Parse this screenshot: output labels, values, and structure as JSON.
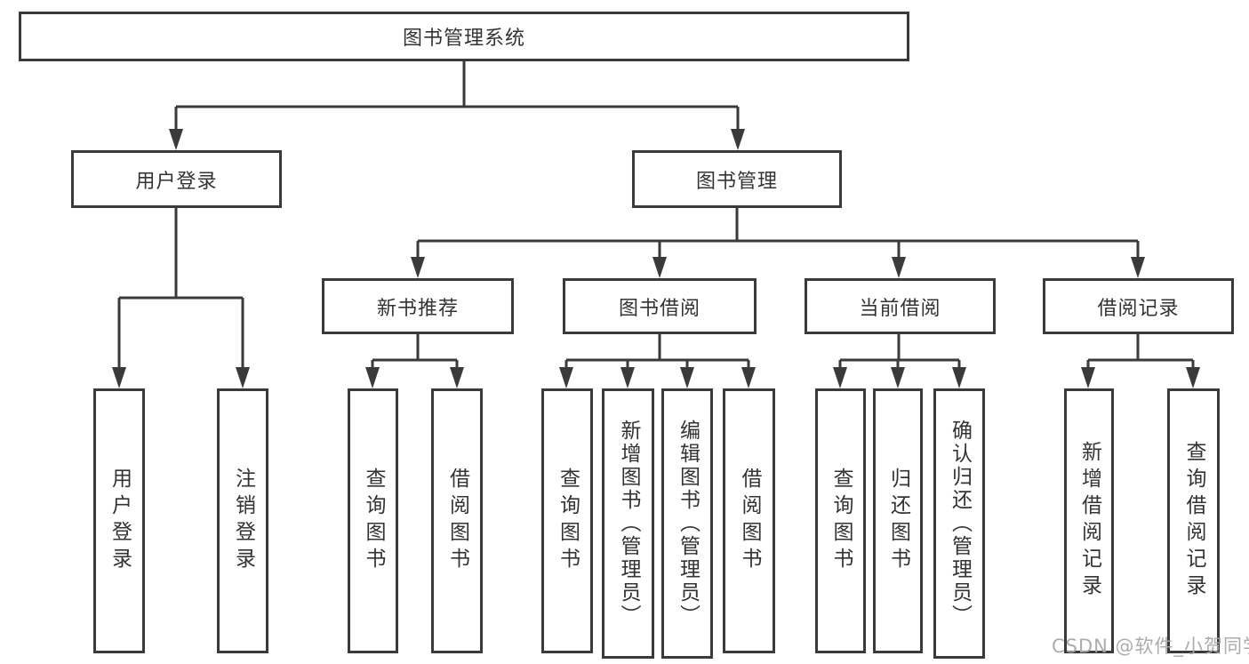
{
  "diagram": {
    "root": {
      "label": "图书管理系统"
    },
    "login": {
      "label": "用户登录",
      "children": [
        {
          "label": "用户登录"
        },
        {
          "label": "注销登录"
        }
      ]
    },
    "manage": {
      "label": "图书管理",
      "sections": [
        {
          "label": "新书推荐",
          "children": [
            {
              "label": "查询图书"
            },
            {
              "label": "借阅图书"
            }
          ]
        },
        {
          "label": "图书借阅",
          "children": [
            {
              "label": "查询图书"
            },
            {
              "label": "新增图书（管理员）"
            },
            {
              "label": "编辑图书（管理员）"
            },
            {
              "label": "借阅图书"
            }
          ]
        },
        {
          "label": "当前借阅",
          "children": [
            {
              "label": "查询图书"
            },
            {
              "label": "归还图书"
            },
            {
              "label": "确认归还（管理员）"
            }
          ]
        },
        {
          "label": "借阅记录",
          "children": [
            {
              "label": "新增借阅记录"
            },
            {
              "label": "查询借阅记录"
            }
          ]
        }
      ]
    },
    "watermark": "CSDN @软件_小贺同学",
    "colors": {
      "line": "#3a3a3a",
      "text": "#333333",
      "watermark": "#a8a8a8",
      "background": "#ffffff"
    }
  }
}
